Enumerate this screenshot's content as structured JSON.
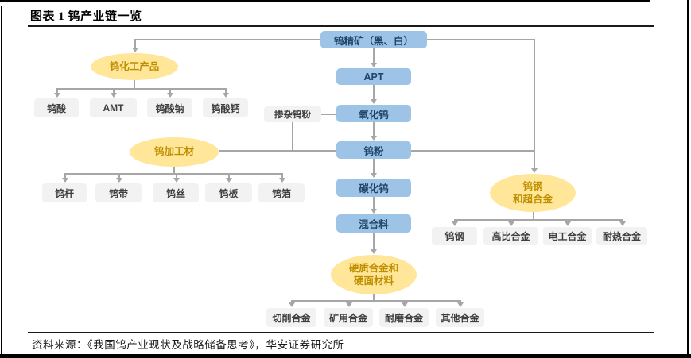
{
  "title": "图表 1 钨产业链一览",
  "source": "资料来源：《我国钨产业现状及战略储备思考》，华安证券研究所",
  "colors": {
    "blue_fill": "#9DC3E6",
    "blue_text": "#1F4568",
    "yellow_fill": "#FFE699",
    "yellow_text": "#BF8F00",
    "gray_fill": "#F2F2F2",
    "gray_text": "#3F3F3F",
    "line": "#A6A6A6"
  },
  "nodes": {
    "concentrate": "钨精矿（黑、白）",
    "apt": "APT",
    "oxide": "氧化钨",
    "doped_powder": "掺杂钨粉",
    "powder": "钨粉",
    "carbide": "碳化钨",
    "mixture": "混合料",
    "chemical": {
      "label": "钨化工产品",
      "children": [
        "钨酸",
        "AMT",
        "钨酸钠",
        "钨酸钙"
      ]
    },
    "processed": {
      "label": "钨加工材",
      "children": [
        "钨杆",
        "钨带",
        "钨丝",
        "钨板",
        "钨箔"
      ]
    },
    "steel": {
      "label1": "钨钢",
      "label2": "和超合金",
      "children": [
        "钨钢",
        "高比合金",
        "电工合金",
        "耐热合金"
      ]
    },
    "hard": {
      "label1": "硬质合金和",
      "label2": "硬面材料",
      "children": [
        "切削合金",
        "矿用合金",
        "耐磨合金",
        "其他合金"
      ]
    }
  }
}
